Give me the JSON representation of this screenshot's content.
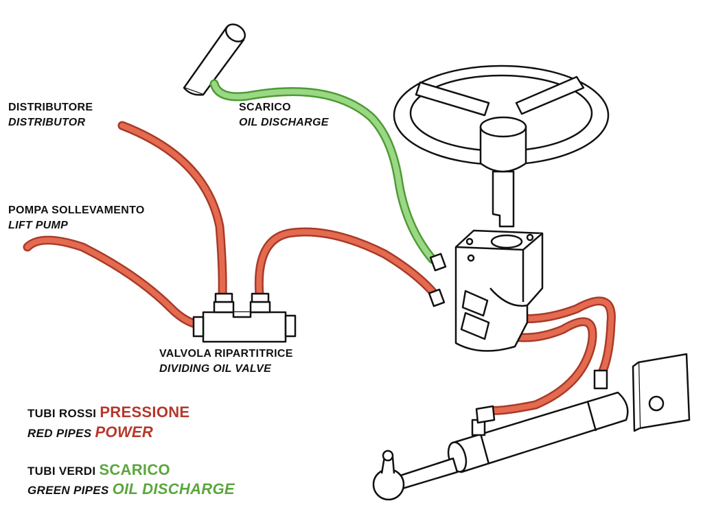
{
  "labels": {
    "distributor": {
      "it": "DISTRIBUTORE",
      "en": "DISTRIBUTOR"
    },
    "discharge": {
      "it": "SCARICO",
      "en": "OIL DISCHARGE"
    },
    "lift_pump": {
      "it": "POMPA SOLLEVAMENTO",
      "en": "LIFT PUMP"
    },
    "valve": {
      "it": "VALVOLA RIPARTITRICE",
      "en": "DIVIDING OIL VALVE"
    }
  },
  "legend": {
    "red": {
      "line1_prefix": "TUBI ROSSI",
      "line1_word": "PRESSIONE",
      "line2_prefix": "RED PIPES",
      "line2_word": "POWER",
      "color": "#b5382c"
    },
    "green": {
      "line1_prefix": "TUBI VERDI",
      "line1_word": "SCARICO",
      "line2_prefix": "GREEN PIPES",
      "line2_word": "OIL DISCHARGE",
      "color": "#5aa63d"
    }
  },
  "colors": {
    "red_pipe": "#e46a50",
    "red_pipe_edge": "#a83a28",
    "green_pipe": "#8fd176",
    "green_pipe_edge": "#4e9a35",
    "outline": "#111111"
  }
}
